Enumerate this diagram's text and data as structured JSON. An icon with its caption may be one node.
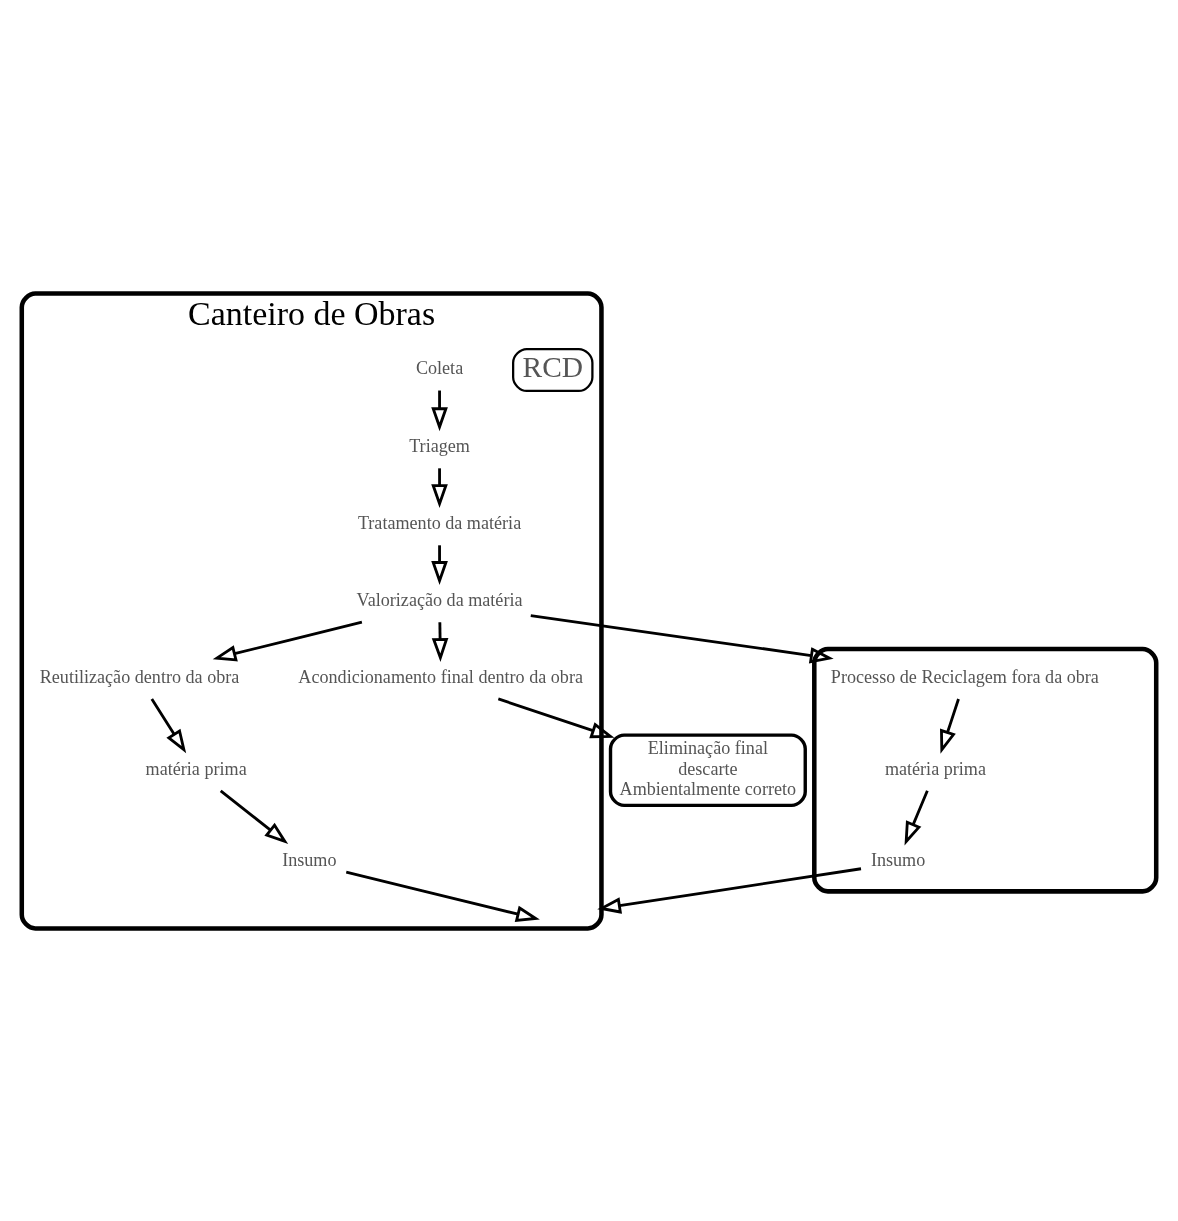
{
  "diagram": {
    "nodes": [
      {
        "text": [
          "Canteiro de Obras"
        ]
      },
      {
        "text": [],
        "shape": "box"
      },
      {
        "text": [
          "Insumo"
        ],
        "in": 1
      },
      {
        "text": [
          "matéria prima"
        ],
        "in": 1
      },
      {
        "text": [
          "Processo de Reciclagem fora da obra"
        ],
        "in": 1
      },
      {
        "text": [
          "Insumo"
        ],
        "in": 0
      },
      {
        "text": [
          "RCD"
        ],
        "in": 0
      },
      {
        "text": [
          "Coleta"
        ],
        "in": 0
      },
      {
        "text": [
          "Triagem"
        ],
        "in": 0
      },
      {
        "text": [
          "Tratamento da matéria"
        ],
        "in": 0
      },
      {
        "text": [
          "matéria prima"
        ],
        "in": 0
      },
      {
        "text": [
          "Valorização da matéria"
        ],
        "in": 0
      },
      {
        "text": [
          "Reutilização dentro da obra"
        ],
        "in": 0
      },
      {
        "text": [
          "Acondicionamento final dentro da obra"
        ],
        "in": 0
      },
      {
        "text": [
          "Eliminação final",
          "descarte",
          "Ambientalmente correto"
        ]
      }
    ],
    "edges": [
      {
        "from": 4,
        "to": 3,
        "arrow": "to"
      },
      {
        "from": 3,
        "to": 2,
        "arrow": "to"
      },
      {
        "from": 2,
        "to": 0,
        "arrow": "to"
      },
      {
        "from": 12,
        "to": 10,
        "arrow": "to"
      },
      {
        "from": 10,
        "to": 5,
        "arrow": "to"
      },
      {
        "from": 5,
        "to": 0,
        "arrow": "to"
      },
      {
        "from": 7,
        "to": 8,
        "arrow": "to"
      },
      {
        "from": 8,
        "to": 9,
        "arrow": "to"
      },
      {
        "from": 9,
        "to": 11,
        "arrow": "to"
      },
      {
        "from": 11,
        "to": 4,
        "arrow": "to"
      },
      {
        "from": 11,
        "to": 12,
        "arrow": "to"
      },
      {
        "from": 11,
        "to": 13,
        "arrow": "to"
      },
      {
        "from": 13,
        "to": 14,
        "arrow": "to"
      }
    ]
  }
}
